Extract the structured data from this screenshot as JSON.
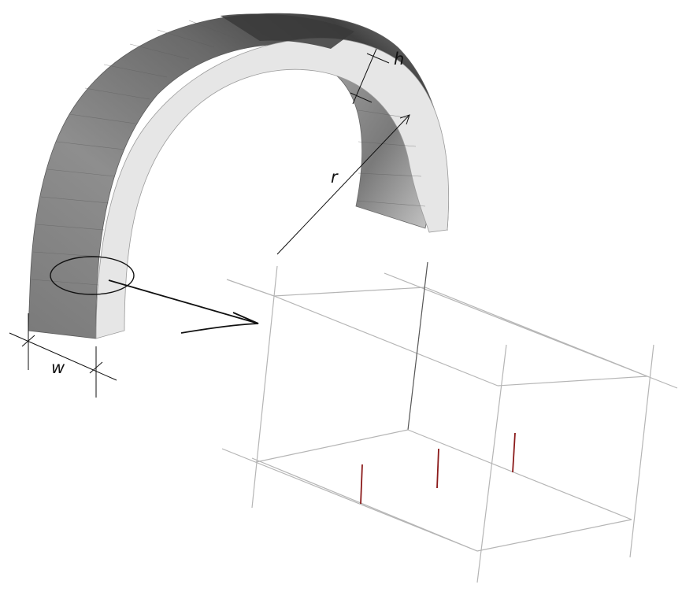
{
  "figure": {
    "labels": {
      "height": "h",
      "radius": "r",
      "width": "w"
    },
    "colors": {
      "arch_dark": "#4a4a4a",
      "arch_mid": "#8c8c8c",
      "arch_light": "#d8d8d8",
      "arch_face": "#ececec",
      "mesh_line": "#b8b8b8",
      "mesh_edge": "#555555",
      "rebar": "#8b1a1a",
      "annotation": "#111111"
    },
    "icons": [
      "zoom-arrow-icon"
    ]
  }
}
